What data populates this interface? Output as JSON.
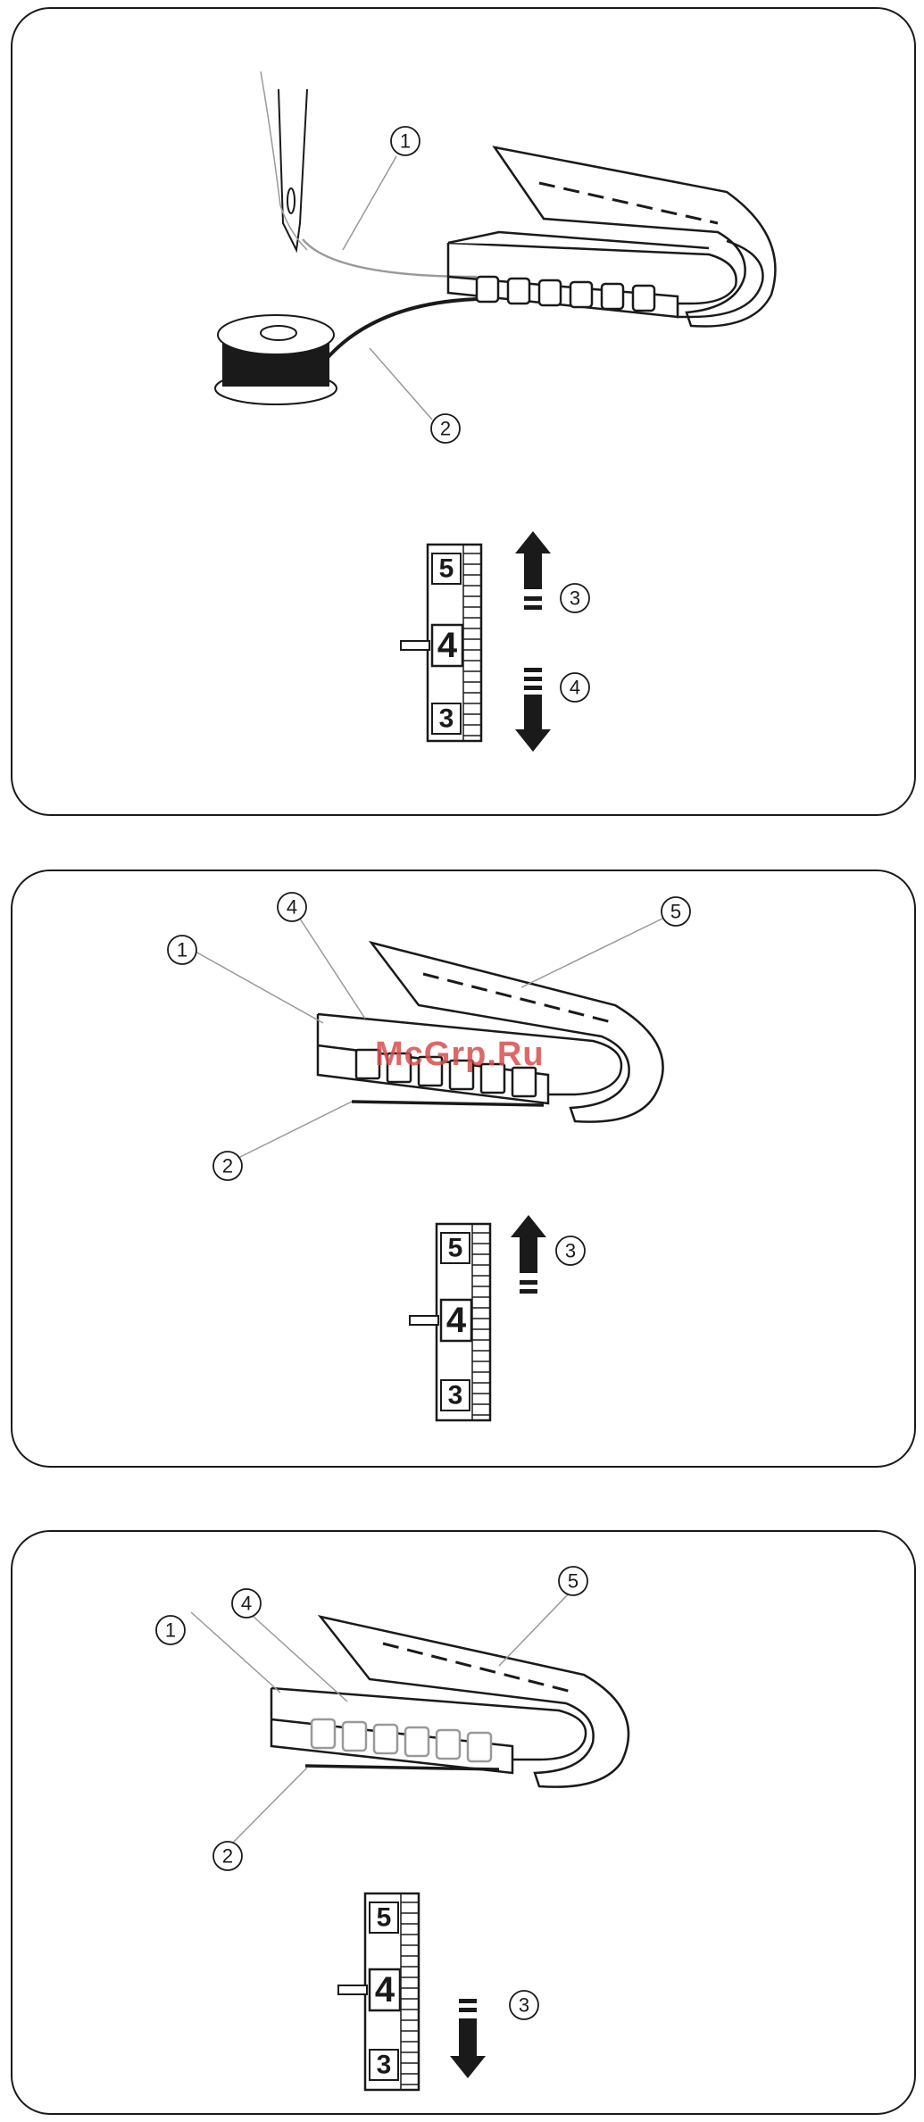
{
  "watermark": "McGrp.Ru",
  "panel1": {
    "callouts": [
      "1",
      "2",
      "3",
      "4"
    ],
    "dial": {
      "top": "5",
      "middle": "4",
      "bottom": "3"
    }
  },
  "panel2": {
    "callouts": [
      "1",
      "2",
      "3",
      "4",
      "5"
    ],
    "dial": {
      "top": "5",
      "middle": "4",
      "bottom": "3"
    }
  },
  "panel3": {
    "callouts": [
      "1",
      "2",
      "3",
      "4",
      "5"
    ],
    "dial": {
      "top": "5",
      "middle": "4",
      "bottom": "3"
    }
  }
}
